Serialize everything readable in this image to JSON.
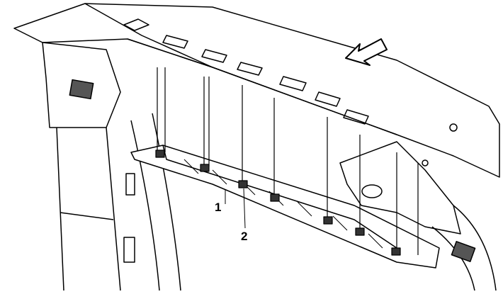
{
  "diagram": {
    "callouts": [
      {
        "id": "1",
        "label": "1"
      },
      {
        "id": "2",
        "label": "2"
      }
    ],
    "direction_arrow": "arrow-forward-icon",
    "colors": {
      "line": "#000000",
      "shade": "#555555",
      "background": "#ffffff"
    }
  }
}
